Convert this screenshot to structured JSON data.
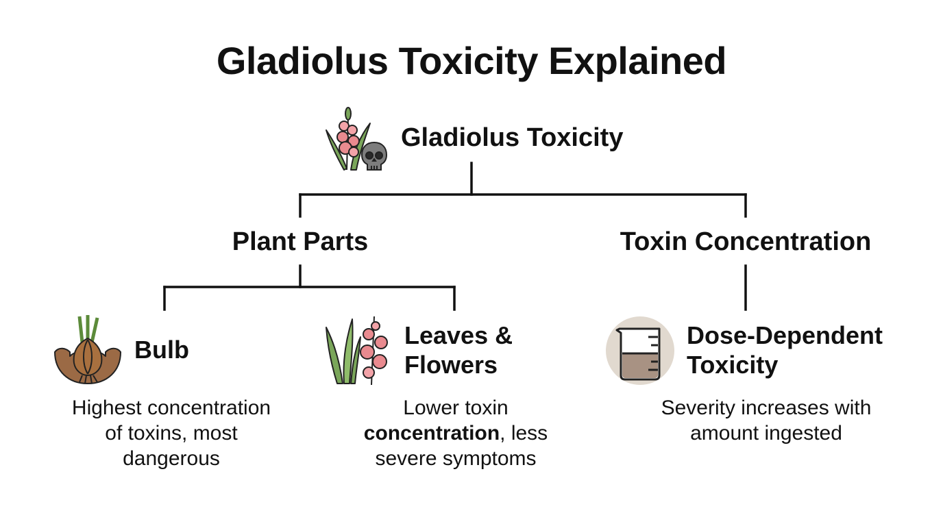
{
  "title": "Gladiolus Toxicity Explained",
  "root": {
    "label": "Gladiolus Toxicity",
    "icons": [
      "gladiolus-flower-icon",
      "skull-icon"
    ]
  },
  "branches": [
    {
      "label": "Plant Parts",
      "children": [
        {
          "icon": "bulb-icon",
          "title_lines": [
            "Bulb"
          ],
          "description_lines": [
            "Highest concentration",
            "of toxins, most",
            "dangerous"
          ]
        },
        {
          "icon": "leaves-flowers-icon",
          "title_lines": [
            "Leaves &",
            "Flowers"
          ],
          "description_lines": [
            "Lower toxin",
            "concentration, less",
            "severe symptoms"
          ],
          "description_bold": "concentration"
        }
      ]
    },
    {
      "label": "Toxin Concentration",
      "children": [
        {
          "icon": "beaker-icon",
          "title_lines": [
            "Dose-Dependent",
            "Toxicity"
          ],
          "description_lines": [
            "Severity increases with",
            "amount ingested"
          ]
        }
      ]
    }
  ],
  "colors": {
    "text": "#111111",
    "lines": "#111111",
    "flower_pink": "#e98a8f",
    "leaf_green": "#7aa65a",
    "bulb_brown": "#a8703f",
    "soil_brown": "#9b6a45",
    "beaker_bg": "#e1d9cf",
    "liquid": "#a89283"
  }
}
